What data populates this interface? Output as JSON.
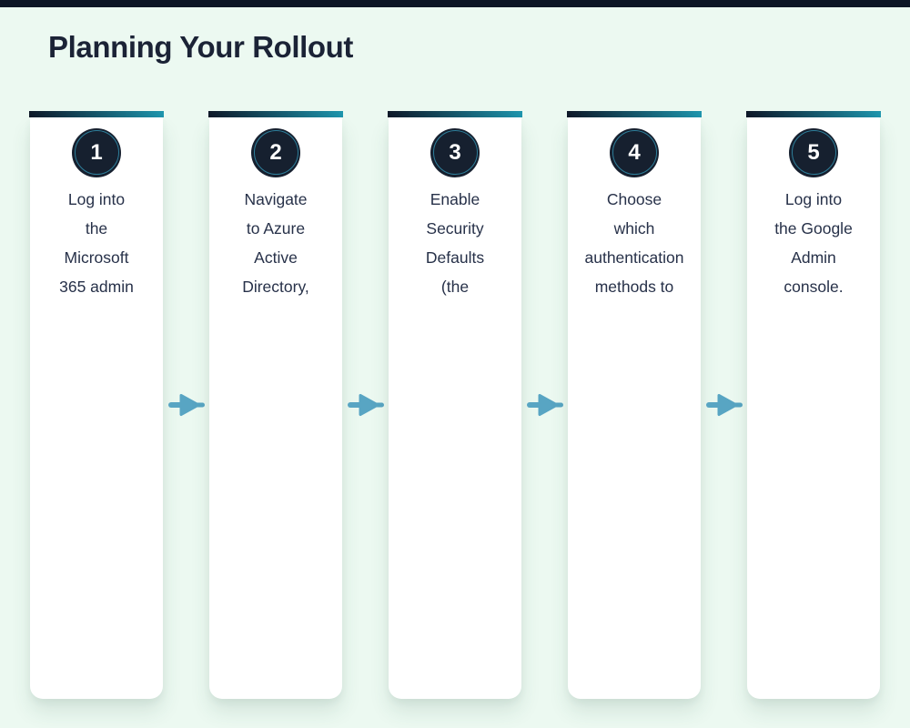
{
  "page": {
    "title": "Planning Your Rollout"
  },
  "colors": {
    "page-bg": "#ecf9f1",
    "top-strip": "#0d1626",
    "ink": "#1b2336",
    "text": "#273149",
    "bar-dark": "#0e1828",
    "bar-teal": "#1e95ad",
    "card-bg": "#ffffff",
    "badge-bg": "#16202f",
    "badge-ring": "#2e7e9a",
    "badge-number": "#ffffff",
    "arrow": "#58a5c3"
  },
  "icons": {
    "connector": "arrow-right-icon"
  },
  "steps": [
    {
      "number": "1",
      "lines": [
        "Log into",
        "the",
        "Microsoft",
        "365 admin"
      ]
    },
    {
      "number": "2",
      "lines": [
        "Navigate",
        "to Azure",
        "Active",
        "Directory,"
      ]
    },
    {
      "number": "3",
      "lines": [
        "Enable",
        "Security",
        "Defaults",
        "(the"
      ]
    },
    {
      "number": "4",
      "lines": [
        "Choose",
        "which",
        "authentication",
        "methods to"
      ]
    },
    {
      "number": "5",
      "lines": [
        "Log into",
        "the Google",
        "Admin",
        "console."
      ]
    }
  ]
}
